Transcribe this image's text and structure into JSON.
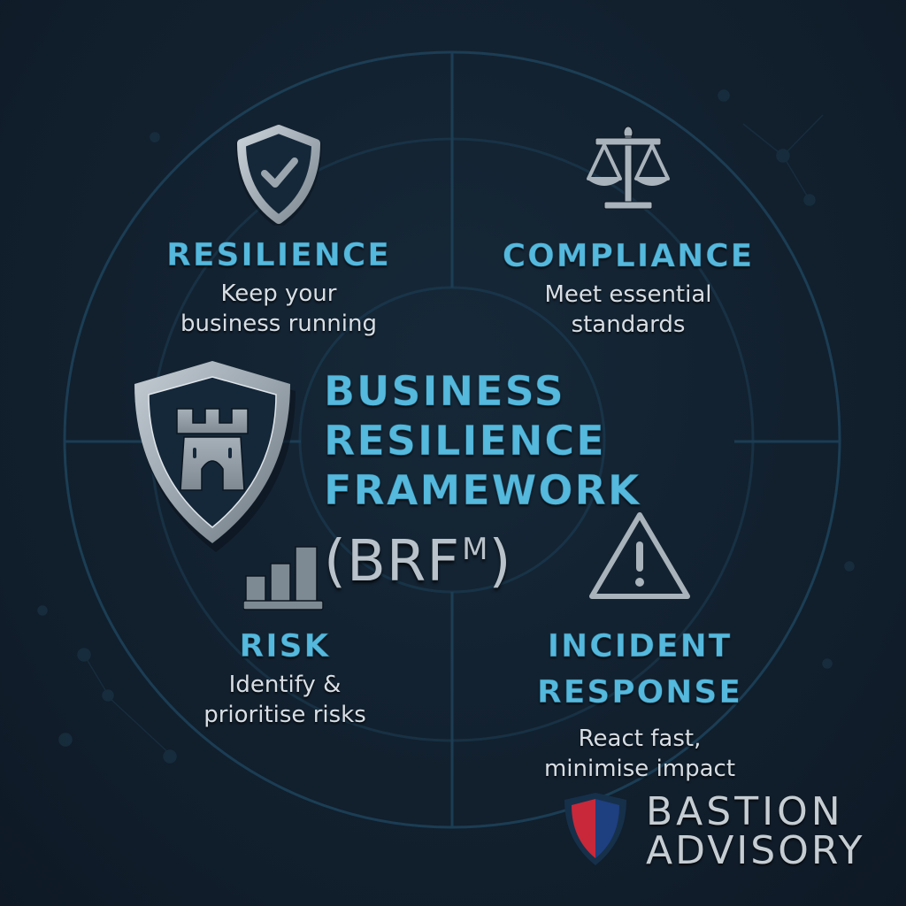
{
  "title": {
    "line1": "BUSINESS RESILIENCE",
    "line2": "FRAMEWORK",
    "acronym": "(BRF",
    "acronym_sup": "M",
    "acronym_close": ")",
    "emblem_icon": "castle-shield-icon"
  },
  "quadrants": [
    {
      "id": "resilience",
      "heading": "RESILIENCE",
      "desc_line1": "Keep your",
      "desc_line2": "business running",
      "icon": "shield-check-icon"
    },
    {
      "id": "compliance",
      "heading": "COMPLIANCE",
      "desc_line1": "Meet essential",
      "desc_line2": "standards",
      "icon": "scales-icon"
    },
    {
      "id": "risk",
      "heading": "RISK",
      "desc_line1": "Identify &",
      "desc_line2": "prioritise risks",
      "icon": "bar-chart-icon"
    },
    {
      "id": "incident",
      "heading_line1": "INCIDENT",
      "heading_line2": "RESPONSE",
      "desc_line1": "React fast,",
      "desc_line2": "minimise impact",
      "icon": "warning-triangle-icon"
    }
  ],
  "logo": {
    "line1": "BASTION",
    "line2": "ADVISORY",
    "icon": "red-blue-shield-icon"
  },
  "colors": {
    "background": "#12202e",
    "accent": "#55b8dd",
    "ring": "#1d4159",
    "metal": "#a9b3bb",
    "logo_red": "#c8283a",
    "logo_blue": "#1e3f80"
  }
}
